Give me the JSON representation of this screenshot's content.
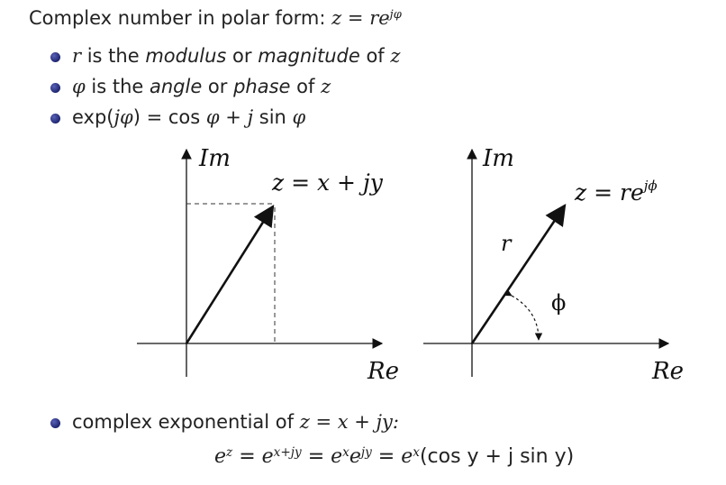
{
  "title": {
    "text": "Complex number in polar form:",
    "formula_lhs": "z",
    "formula_eq": " = ",
    "formula_base": "re",
    "formula_exp": "jφ"
  },
  "bullets": [
    {
      "parts": [
        "r",
        " is the ",
        "modulus",
        " or ",
        "magnitude",
        " of ",
        "z"
      ]
    },
    {
      "parts": [
        "φ",
        " is the ",
        "angle",
        " or ",
        "phase",
        " of ",
        "z"
      ]
    },
    {
      "parts": [
        "exp(",
        "jφ",
        ") = cos ",
        "φ",
        " + ",
        "j",
        " sin ",
        "φ"
      ]
    }
  ],
  "diagram_left": {
    "axis_im": "Im",
    "axis_re": "Re",
    "vector_label": "z = x + jy"
  },
  "diagram_right": {
    "axis_im": "Im",
    "axis_re": "Re",
    "modulus_label": "r",
    "angle_label": "ϕ",
    "vector_label_base": "z = re",
    "vector_label_exp": "jϕ"
  },
  "bottom_bullet": {
    "text": "complex exponential of",
    "math": "z = x + jy:"
  },
  "formula": {
    "e1": "e",
    "e1_exp": "z",
    "eq1": " = ",
    "e2": "e",
    "e2_exp": "x+jy",
    "eq2": " = ",
    "e3": "e",
    "e3_exp": "x",
    "e4": "e",
    "e4_exp": "jy",
    "eq3": " = ",
    "e5": "e",
    "e5_exp": "x",
    "tail": "(cos y + j sin y)"
  },
  "colors": {
    "bullet": "#2a3190",
    "ink": "#111111"
  }
}
